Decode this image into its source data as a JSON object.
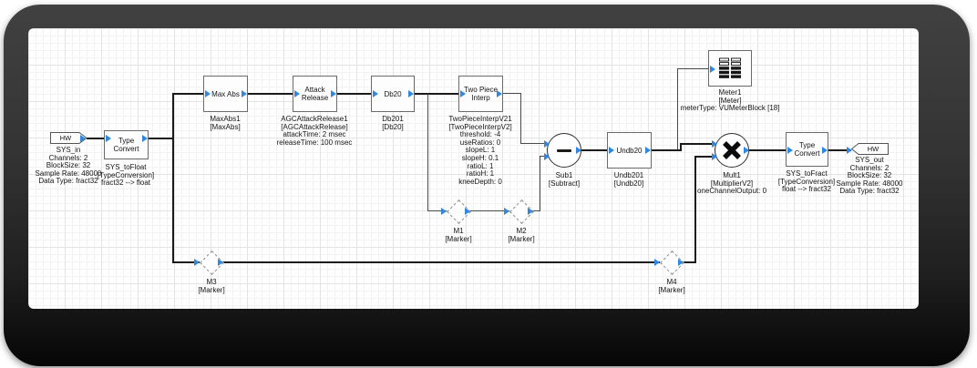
{
  "blocks": {
    "sys_in": {
      "tag": "HW",
      "labels": [
        "SYS_in",
        "Channels: 2",
        "BlockSize: 32",
        "Sample Rate: 48000",
        "Data Type: fract32"
      ]
    },
    "sys_to_float": {
      "title": [
        "Type",
        "Convert"
      ],
      "labels": [
        "SYS_toFloat",
        "[TypeConversion]",
        "fract32 --> float"
      ]
    },
    "max_abs": {
      "title": [
        "Max Abs"
      ],
      "labels": [
        "MaxAbs1",
        "[MaxAbs]"
      ]
    },
    "attack_release": {
      "title": [
        "Attack",
        "Release"
      ],
      "labels": [
        "AGCAttackRelease1",
        "[AGCAttackRelease]",
        "attackTime: 2 msec",
        "releaseTime: 100 msec"
      ]
    },
    "db20": {
      "title": [
        "Db20"
      ],
      "labels": [
        "Db201",
        "[Db20]"
      ]
    },
    "two_piece_interp": {
      "title": [
        "Two Piece",
        "Interp"
      ],
      "labels": [
        "TwoPieceInterpV21",
        "[TwoPieceInterpV2]",
        "threshold: -4",
        "useRatios: 0",
        "slopeL: 1",
        "slopeH: 0.1",
        "ratioL: 1",
        "ratioH: 1",
        "kneeDepth: 0"
      ]
    },
    "sub": {
      "labels": [
        "Sub1",
        "[Subtract]"
      ]
    },
    "undb20": {
      "title": [
        "Undb20"
      ],
      "labels": [
        "Undb201",
        "[Undb20]"
      ]
    },
    "meter": {
      "labels": [
        "Meter1",
        "[Meter]",
        "meterType: VUMeterBlock [18]"
      ]
    },
    "mult": {
      "labels": [
        "Mult1",
        "[MultiplierV2]",
        "oneChannelOutput: 0"
      ]
    },
    "sys_to_fract": {
      "title": [
        "Type",
        "Convert"
      ],
      "labels": [
        "SYS_toFract",
        "[TypeConversion]",
        "float --> fract32"
      ]
    },
    "sys_out": {
      "tag": "HW",
      "labels": [
        "SYS_out",
        "Channels: 2",
        "BlockSize: 32",
        "Sample Rate: 48000",
        "Data Type: fract32"
      ]
    },
    "m1": {
      "labels": [
        "M1",
        "[Marker]"
      ]
    },
    "m2": {
      "labels": [
        "M2",
        "[Marker]"
      ]
    },
    "m3": {
      "labels": [
        "M3",
        "[Marker]"
      ]
    },
    "m4": {
      "labels": [
        "M4",
        "[Marker]"
      ]
    }
  },
  "icons": {
    "meter": "vu-meter-bars",
    "sub": "minus",
    "mult": "cross",
    "port": "right-arrow"
  },
  "colors": {
    "port_blue": "#2f87e0",
    "wire": "#1b1b1b",
    "frame": "#2b2b2b"
  }
}
